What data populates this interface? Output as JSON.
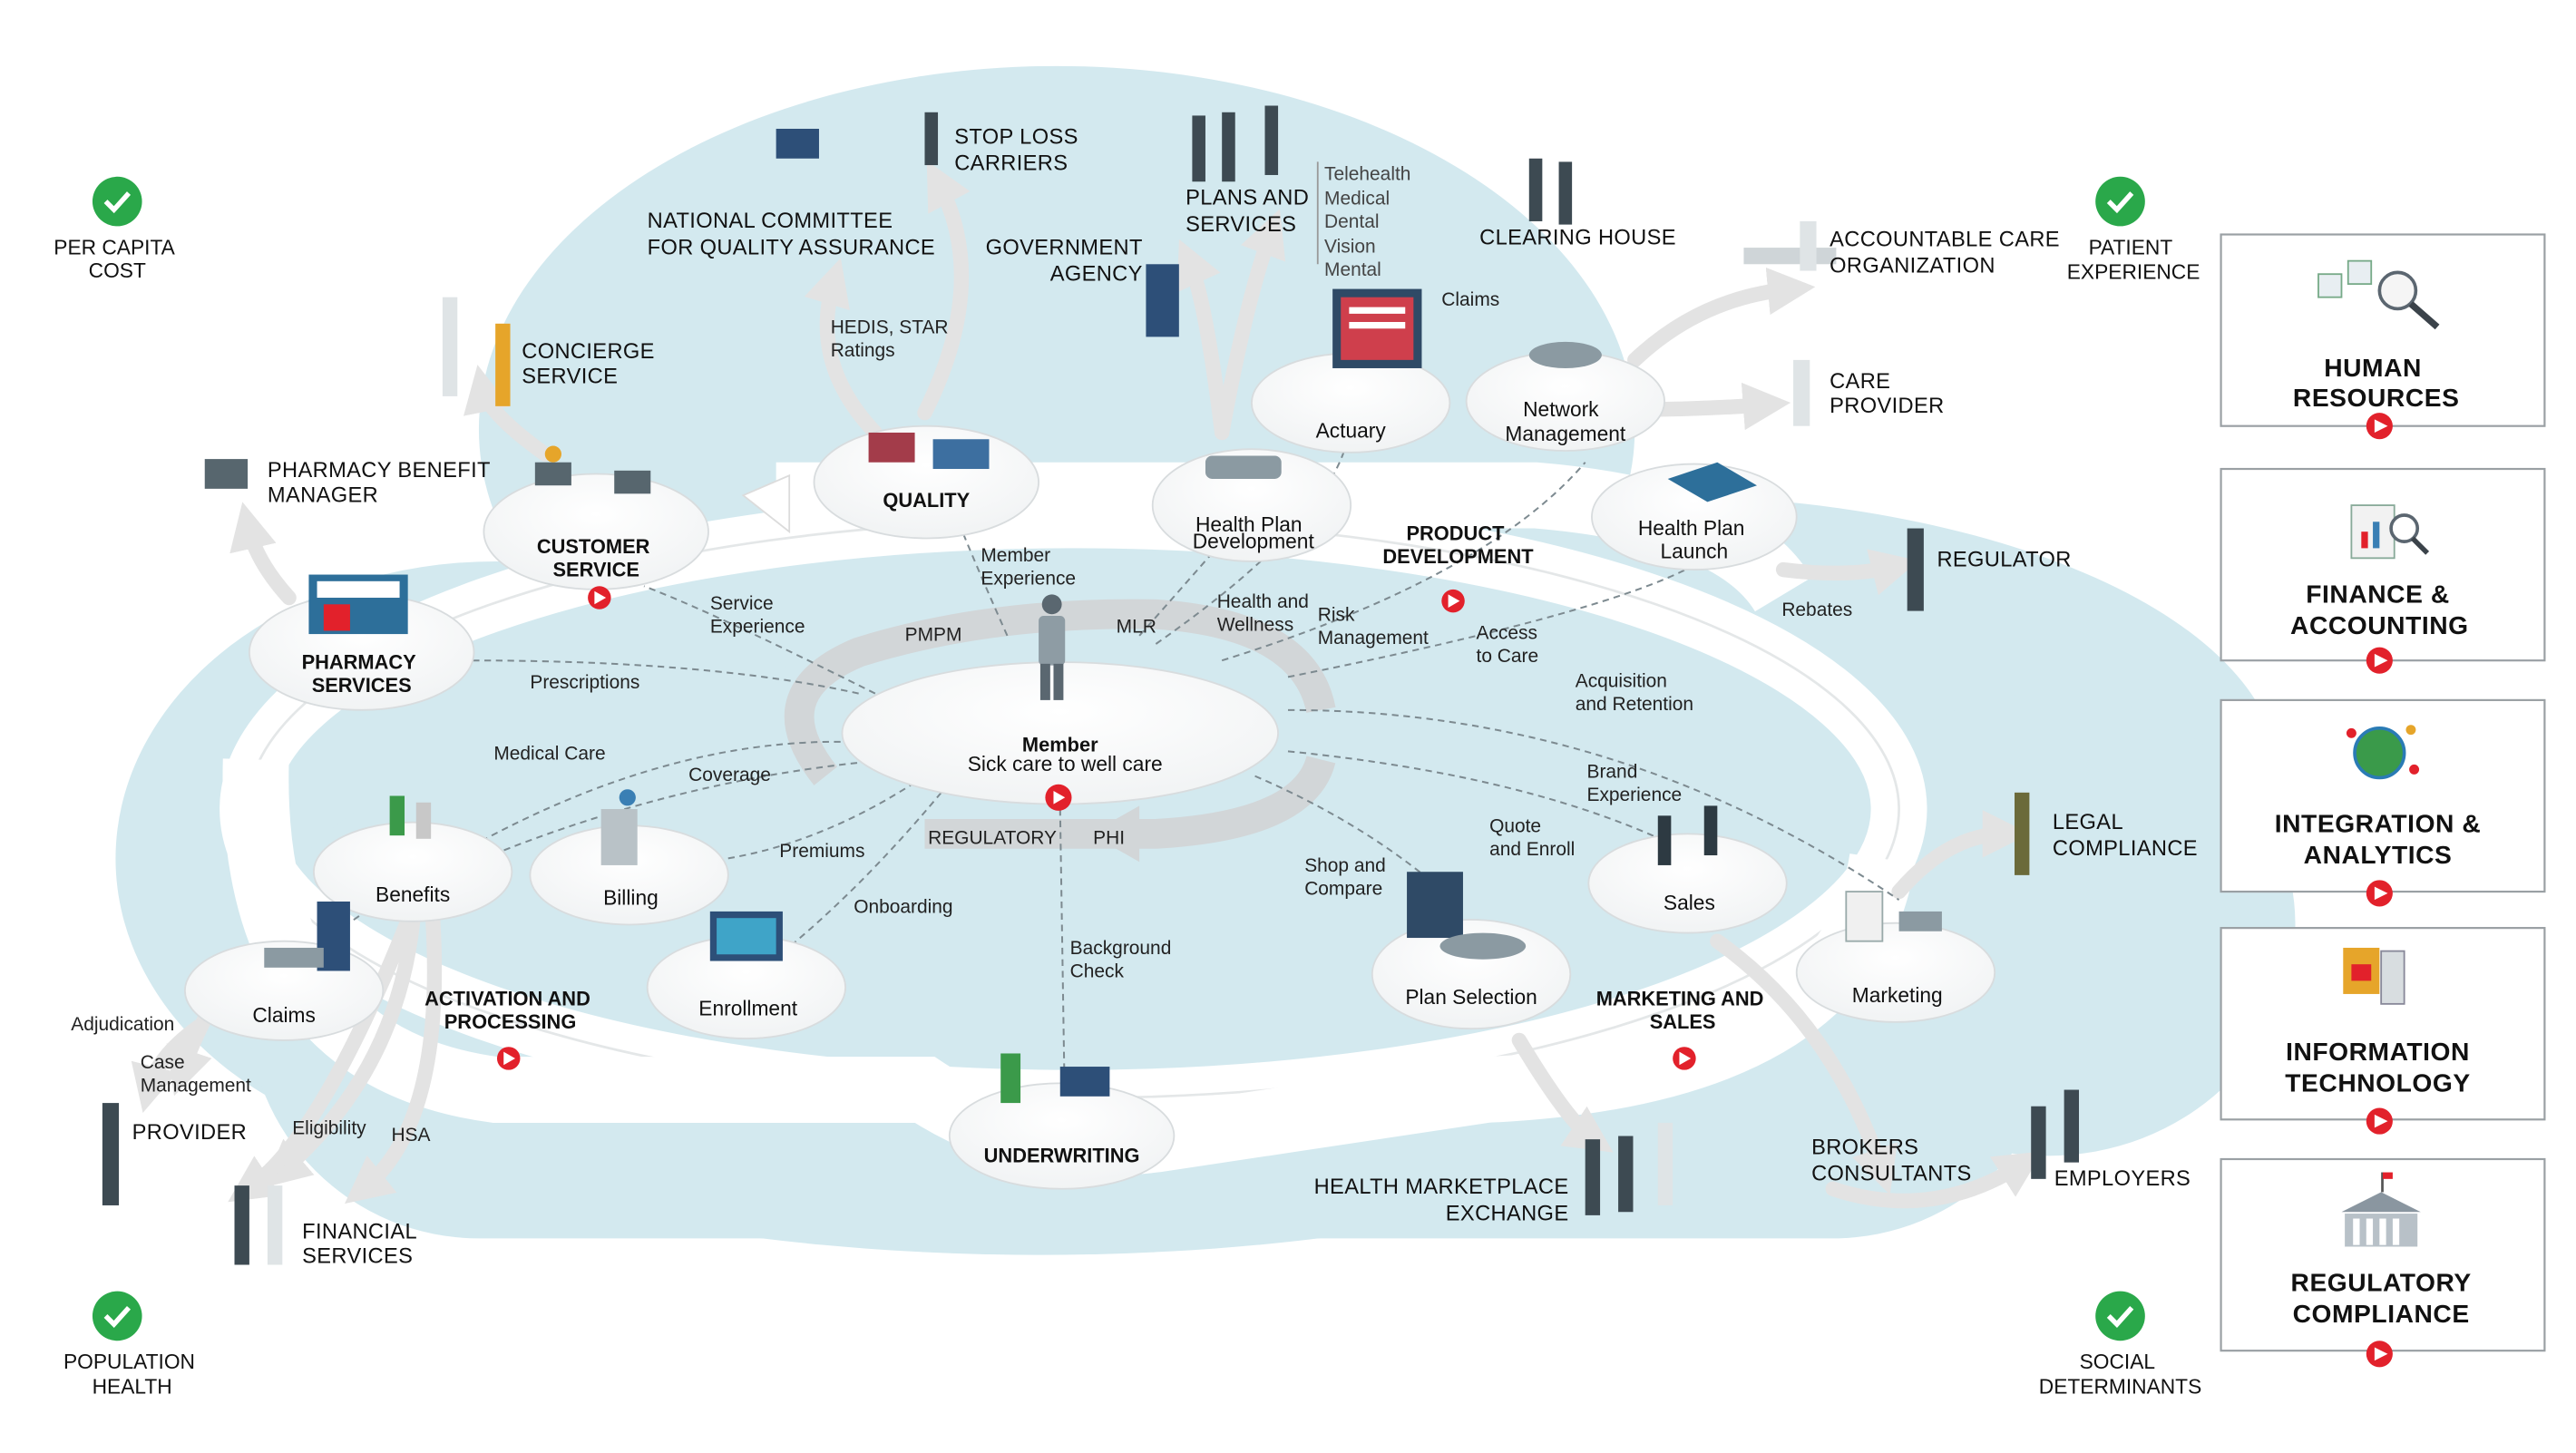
{
  "corners": {
    "per_capita": [
      "PER CAPITA",
      "COST"
    ],
    "patient_experience": [
      "PATIENT",
      "EXPERIENCE"
    ],
    "population_health": [
      "POPULATION",
      "HEALTH"
    ],
    "social_determinants": [
      "SOCIAL",
      "DETERMINANTS"
    ]
  },
  "center": {
    "title": "Member",
    "subtitle": "Sick care to well care",
    "pmpm": "PMPM",
    "mlr": "MLR",
    "regulatory": "REGULATORY",
    "phi": "PHI"
  },
  "nodes": {
    "customer_service": [
      "CUSTOMER",
      "SERVICE"
    ],
    "pharmacy_services": [
      "PHARMACY",
      "SERVICES"
    ],
    "quality": "QUALITY",
    "health_plan_development": [
      "Health Plan",
      "Development"
    ],
    "actuary": "Actuary",
    "network_management": [
      "Network",
      "Management"
    ],
    "health_plan_launch": [
      "Health Plan",
      "Launch"
    ],
    "product_development": [
      "PRODUCT",
      "DEVELOPMENT"
    ],
    "benefits": "Benefits",
    "billing": "Billing",
    "claims": "Claims",
    "enrollment": "Enrollment",
    "activation": [
      "ACTIVATION AND",
      "PROCESSING"
    ],
    "underwriting": "UNDERWRITING",
    "plan_selection": "Plan Selection",
    "sales": "Sales",
    "marketing": "Marketing",
    "marketing_sales": [
      "MARKETING AND",
      "SALES"
    ]
  },
  "externals": {
    "stop_loss": [
      "STOP LOSS",
      "CARRIERS"
    ],
    "ncqa": [
      "NATIONAL COMMITTEE",
      "FOR QUALITY ASSURANCE"
    ],
    "plans_services": [
      "PLANS AND",
      "SERVICES"
    ],
    "government_agency": [
      "GOVERNMENT",
      "AGENCY"
    ],
    "clearing_house": "CLEARING HOUSE",
    "aco": [
      "ACCOUNTABLE CARE",
      "ORGANIZATION"
    ],
    "care_provider": [
      "CARE",
      "PROVIDER"
    ],
    "concierge": [
      "CONCIERGE",
      "SERVICE"
    ],
    "pbm": [
      "PHARMACY BENEFIT",
      "MANAGER"
    ],
    "regulator": "REGULATOR",
    "legal": [
      "LEGAL",
      "COMPLIANCE"
    ],
    "provider": "PROVIDER",
    "financial_services": [
      "FINANCIAL",
      "SERVICES"
    ],
    "marketplace": [
      "HEALTH MARKETPLACE",
      "EXCHANGE"
    ],
    "brokers": [
      "BROKERS",
      "CONSULTANTS"
    ],
    "employers": "EMPLOYERS"
  },
  "plan_types": [
    "Telehealth",
    "Medical",
    "Dental",
    "Vision",
    "Mental"
  ],
  "flows": {
    "hedis": [
      "HEDIS, STAR",
      "Ratings"
    ],
    "claims_top": "Claims",
    "member_experience": [
      "Member",
      "Experience"
    ],
    "service_experience": [
      "Service",
      "Experience"
    ],
    "health_wellness": [
      "Health and",
      "Wellness"
    ],
    "risk_management": [
      "Risk",
      "Management"
    ],
    "access_to_care": [
      "Access",
      "to Care"
    ],
    "rebates": "Rebates",
    "prescriptions": "Prescriptions",
    "acquisition": [
      "Acquisition",
      "and Retention"
    ],
    "medical_care": "Medical Care",
    "coverage": "Coverage",
    "brand_experience": [
      "Brand",
      "Experience"
    ],
    "quote_enroll": [
      "Quote",
      "and Enroll"
    ],
    "premiums": "Premiums",
    "shop_compare": [
      "Shop and",
      "Compare"
    ],
    "onboarding": "Onboarding",
    "background_check": [
      "Background",
      "Check"
    ],
    "adjudication": "Adjudication",
    "case_management": [
      "Case",
      "Management"
    ],
    "eligibility": "Eligibility",
    "hsa": "HSA"
  },
  "panels": [
    {
      "lines": [
        "HUMAN",
        "RESOURCES"
      ],
      "icon": "hr-magnifier-icon"
    },
    {
      "lines": [
        "FINANCE &",
        "ACCOUNTING"
      ],
      "icon": "finance-report-icon"
    },
    {
      "lines": [
        "INTEGRATION &",
        "ANALYTICS"
      ],
      "icon": "globe-analytics-icon"
    },
    {
      "lines": [
        "INFORMATION",
        "TECHNOLOGY"
      ],
      "icon": "it-server-icon"
    },
    {
      "lines": [
        "REGULATORY",
        "COMPLIANCE"
      ],
      "icon": "government-building-icon"
    }
  ],
  "colors": {
    "cloud": "#d3e9ef",
    "accent": "#e2212b",
    "badge": "#2aa84a",
    "arrow": "#e3e3e3"
  }
}
